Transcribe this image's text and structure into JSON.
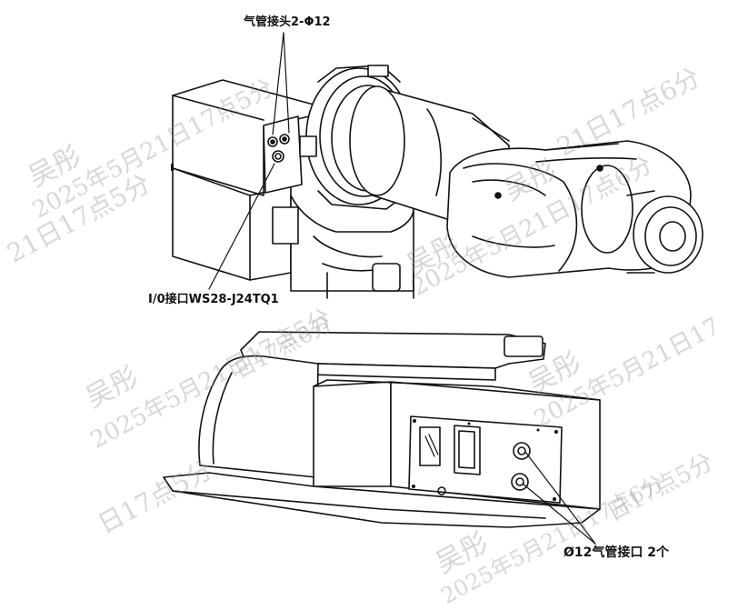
{
  "labels": {
    "air_fitting_top": "气管接头2-Φ12",
    "io_port": "I/0接口WS28-J24TQ1",
    "air_port_bottom": "Ø12气管接口 2个"
  },
  "watermark": {
    "name": "吴彤",
    "date_a": "2025年5月21日17点5分",
    "date_b": "2025年5月21日17点6分",
    "fragments": [
      "21日17点6分",
      "21日17点5分",
      "日17点5分",
      "2025年5月21日17",
      "日17点6分"
    ]
  }
}
